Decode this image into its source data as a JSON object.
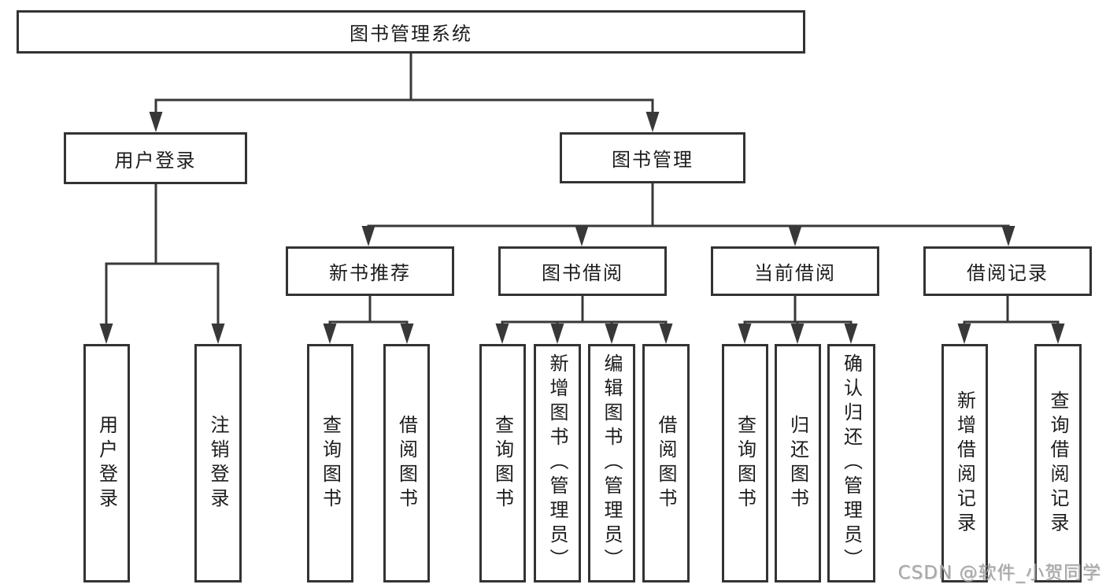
{
  "tree": {
    "label": "图书管理系统",
    "children": [
      {
        "label": "用户登录",
        "children": [
          {
            "label": "用户登录"
          },
          {
            "label": "注销登录"
          }
        ]
      },
      {
        "label": "图书管理",
        "children": [
          {
            "label": "新书推荐",
            "children": [
              {
                "label": "查询图书"
              },
              {
                "label": "借阅图书"
              }
            ]
          },
          {
            "label": "图书借阅",
            "children": [
              {
                "label": "查询图书"
              },
              {
                "label": "新增图书（管理员）"
              },
              {
                "label": "编辑图书（管理员）"
              },
              {
                "label": "借阅图书"
              }
            ]
          },
          {
            "label": "当前借阅",
            "children": [
              {
                "label": "查询图书"
              },
              {
                "label": "归还图书"
              },
              {
                "label": "确认归还（管理员）"
              }
            ]
          },
          {
            "label": "借阅记录",
            "children": [
              {
                "label": "新增借阅记录"
              },
              {
                "label": "查询借阅记录"
              }
            ]
          }
        ]
      }
    ]
  },
  "watermark": {
    "text": "CSDN @软件_小贺同学"
  },
  "colors": {
    "line": "#383838",
    "border": "#333333",
    "text": "#1c1c1c",
    "watermark": "#a7a7a7"
  }
}
